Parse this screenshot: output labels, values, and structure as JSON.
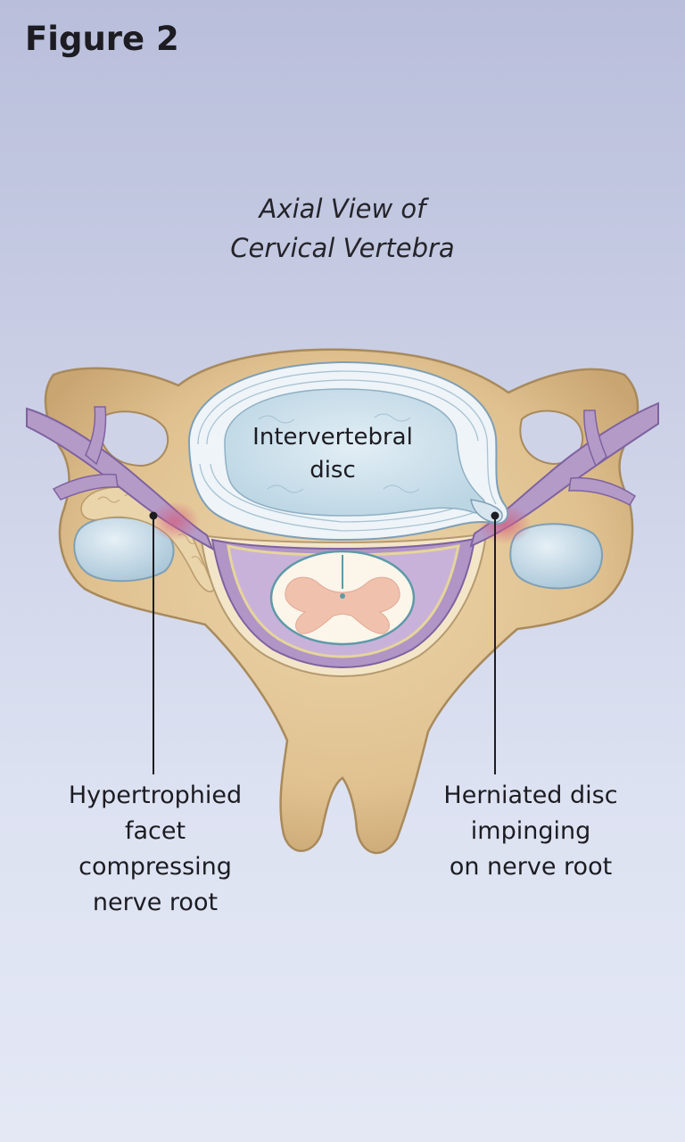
{
  "figure": {
    "title": "Figure 2"
  },
  "view_title": {
    "line1": "Axial View of",
    "line2": "Cervical Vertebra"
  },
  "labels": {
    "disc": [
      "Intervertebral",
      "disc"
    ],
    "facet": [
      "Hypertrophied",
      "facet",
      "compressing",
      "nerve root"
    ],
    "herniated": [
      "Herniated disc",
      "impinging",
      "on nerve root"
    ]
  },
  "colors": {
    "background_top": "#b9bedb",
    "bone": "#e3c799",
    "bone_outline": "#a88a5c",
    "disc_ring": "#e9f1f6",
    "disc_nucleus": "#cde0ea",
    "nerve": "#b49ac6",
    "dura": "#9a7db5",
    "spinal_cord_white": "#fbf5ea",
    "spinal_cord_gray": "#f0c2ae",
    "inflammation": "#d46a86"
  }
}
